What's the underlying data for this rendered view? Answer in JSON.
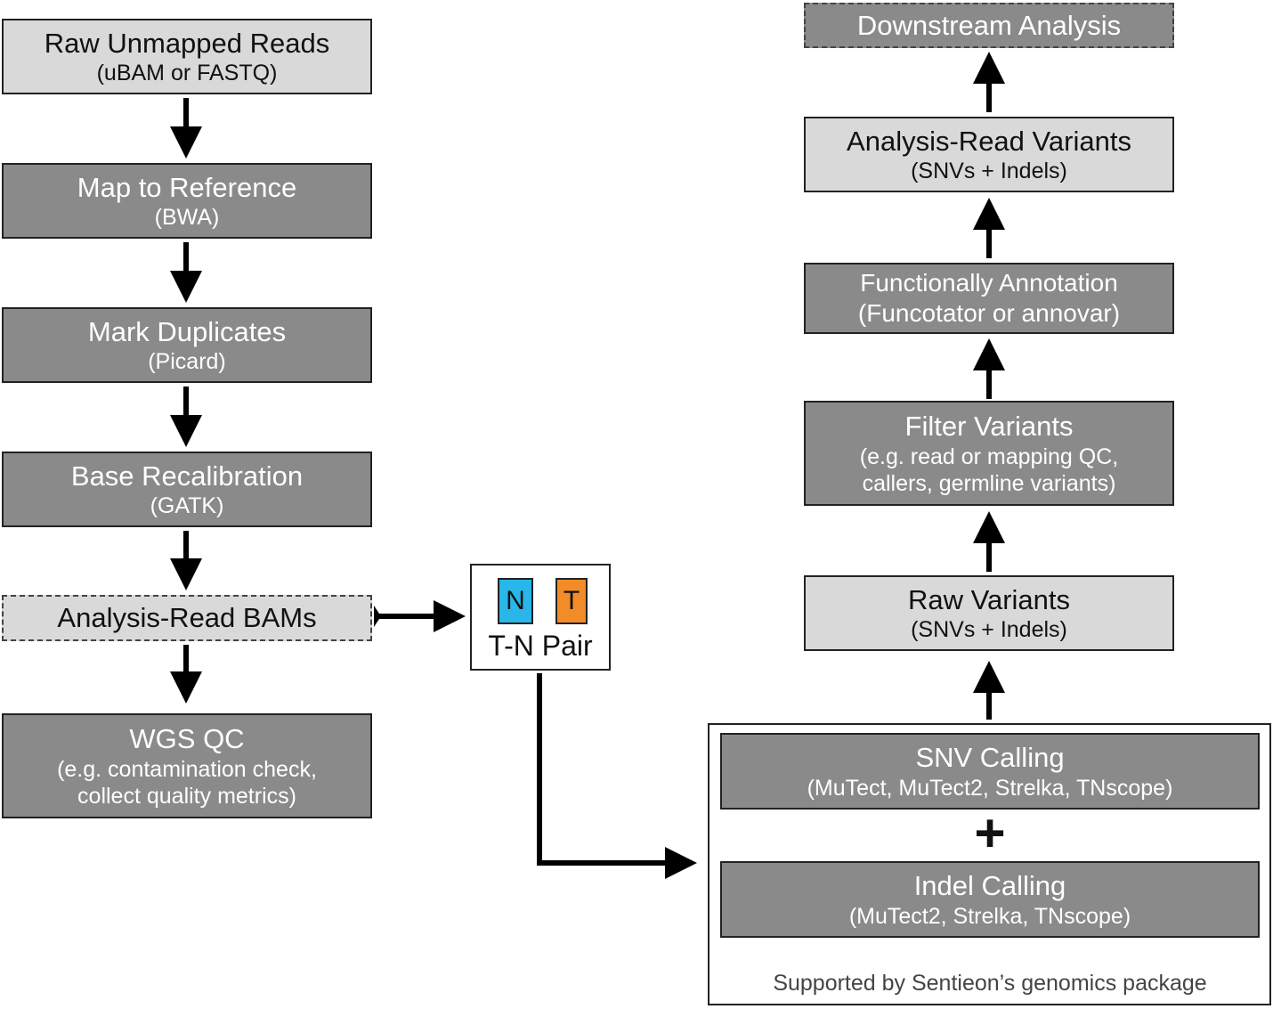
{
  "left": {
    "raw_reads": {
      "title": "Raw Unmapped Reads",
      "sub": "(uBAM or FASTQ)"
    },
    "map_ref": {
      "title": "Map to Reference",
      "sub": "(BWA)"
    },
    "mark_dup": {
      "title": "Mark Duplicates",
      "sub": "(Picard)"
    },
    "base_recal": {
      "title": "Base Recalibration",
      "sub": "(GATK)"
    },
    "analysis_bams": {
      "title": "Analysis-Read BAMs"
    },
    "wgs_qc": {
      "title": "WGS QC",
      "sub1": "(e.g. contamination check,",
      "sub2": "collect quality metrics)"
    }
  },
  "tn_pair": {
    "n": "N",
    "t": "T",
    "label": "T-N Pair",
    "n_color": "#29b6e8",
    "t_color": "#f28c28"
  },
  "right": {
    "downstream": {
      "title": "Downstream Analysis"
    },
    "analysis_variants": {
      "title": "Analysis-Read Variants",
      "sub": "(SNVs + Indels)"
    },
    "func_annot": {
      "title": "Functionally Annotation",
      "sub": "(Funcotator or annovar)"
    },
    "filter": {
      "title": "Filter Variants",
      "sub1": "(e.g. read or mapping QC,",
      "sub2": "callers, germline variants)"
    },
    "raw_variants": {
      "title": "Raw Variants",
      "sub": "(SNVs + Indels)"
    },
    "snv": {
      "title": "SNV Calling",
      "sub": "(MuTect, MuTect2, Strelka, TNscope)"
    },
    "plus": "+",
    "indel": {
      "title": "Indel Calling",
      "sub": "(MuTect2, Strelka, TNscope)"
    },
    "footer": "Supported by Sentieon’s genomics package"
  },
  "colors": {
    "dark_box": "#8a8a8a",
    "light_box": "#d9d9d9"
  }
}
